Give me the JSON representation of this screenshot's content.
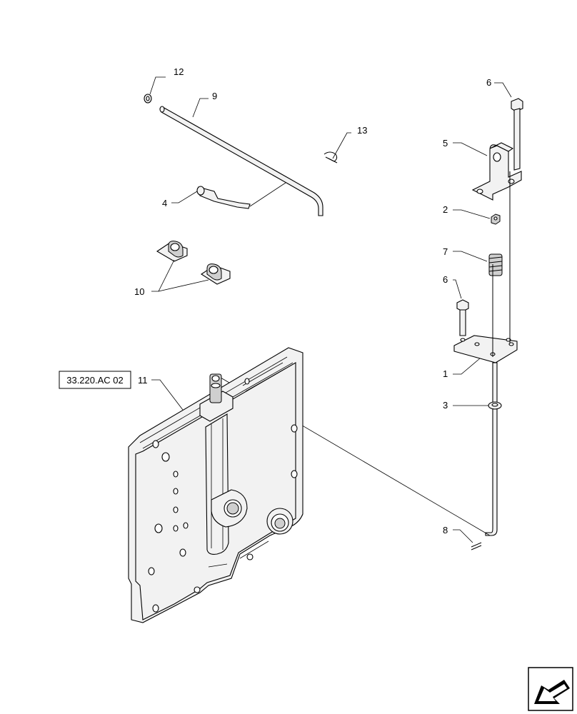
{
  "diagram": {
    "reference_box": "33.220.AC 02",
    "callouts": {
      "c1": "1",
      "c2": "2",
      "c3": "3",
      "c4": "4",
      "c5": "5",
      "c6a": "6",
      "c6b": "6",
      "c7": "7",
      "c8": "8",
      "c9": "9",
      "c10": "10",
      "c11": "11",
      "c12": "12",
      "c13": "13"
    }
  },
  "icons": {
    "nav_arrow": "arrow-icon"
  }
}
